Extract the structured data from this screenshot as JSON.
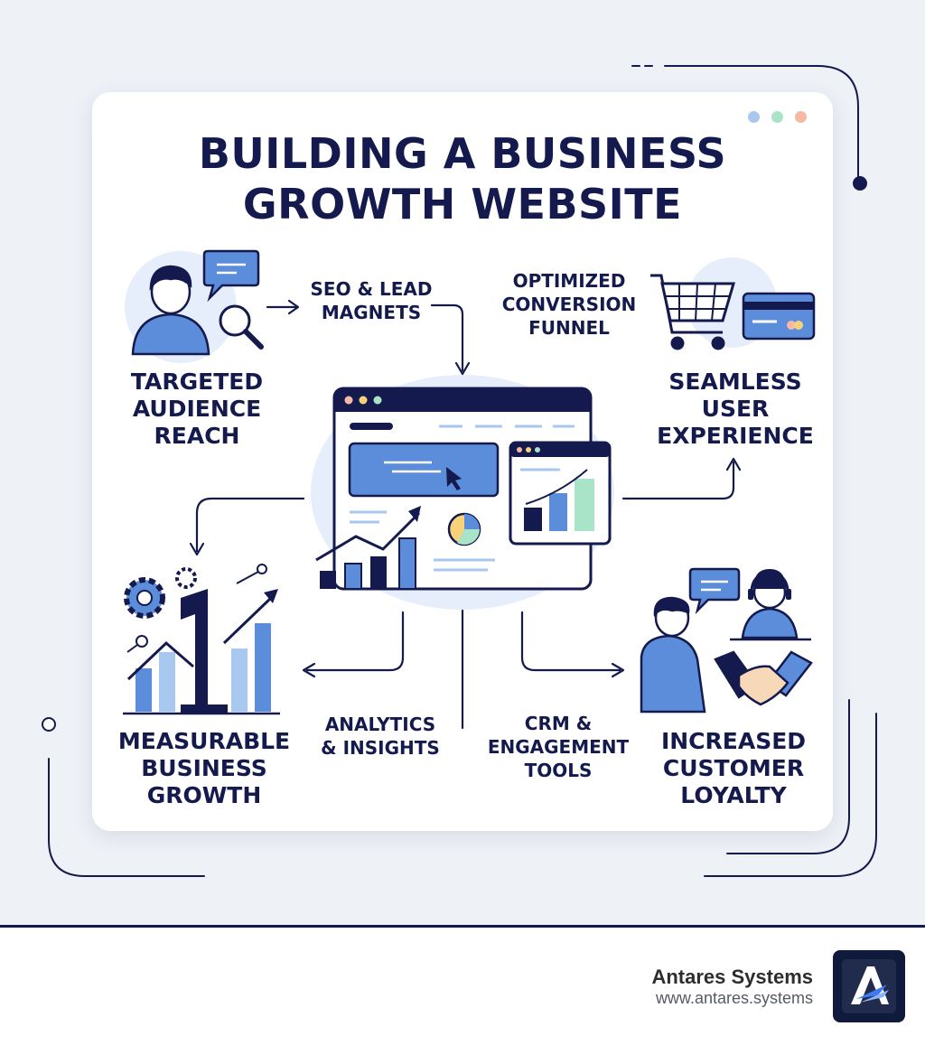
{
  "title": {
    "line1": "BUILDING A BUSINESS",
    "line2": "GROWTH WEBSITE"
  },
  "nodes": {
    "targeted_audience": [
      "TARGETED",
      "AUDIENCE",
      "REACH"
    ],
    "seamless_ux": [
      "SEAMLESS",
      "USER",
      "EXPERIENCE"
    ],
    "measurable_growth": [
      "MEASURABLE",
      "BUSINESS",
      "GROWTH"
    ],
    "customer_loyalty": [
      "INCREASED",
      "CUSTOMER",
      "LOYALTY"
    ]
  },
  "connectors": {
    "seo": [
      "SEO & LEAD",
      "MAGNETS"
    ],
    "conversion": [
      "OPTIMIZED",
      "CONVERSION",
      "FUNNEL"
    ],
    "analytics": [
      "ANALYTICS",
      "& INSIGHTS"
    ],
    "crm": [
      "CRM &",
      "ENGAGEMENT",
      "TOOLS"
    ]
  },
  "window_dots": [
    "#a8c8f0",
    "#a9e3c8",
    "#f6b9a6"
  ],
  "icons": [
    "person-icon",
    "chat-bubble-icon",
    "magnifier-icon",
    "shopping-cart-icon",
    "credit-card-icon",
    "browser-window-icon",
    "gear-icon",
    "growth-chart-icon",
    "support-agent-icon",
    "handshake-icon"
  ],
  "colors": {
    "navy": "#141a4d",
    "blue": "#5b8ddb",
    "light_blue": "#e6eefb",
    "mint": "#a9e3c8"
  },
  "brand": {
    "name": "Antares Systems",
    "url": "www.antares.systems"
  }
}
